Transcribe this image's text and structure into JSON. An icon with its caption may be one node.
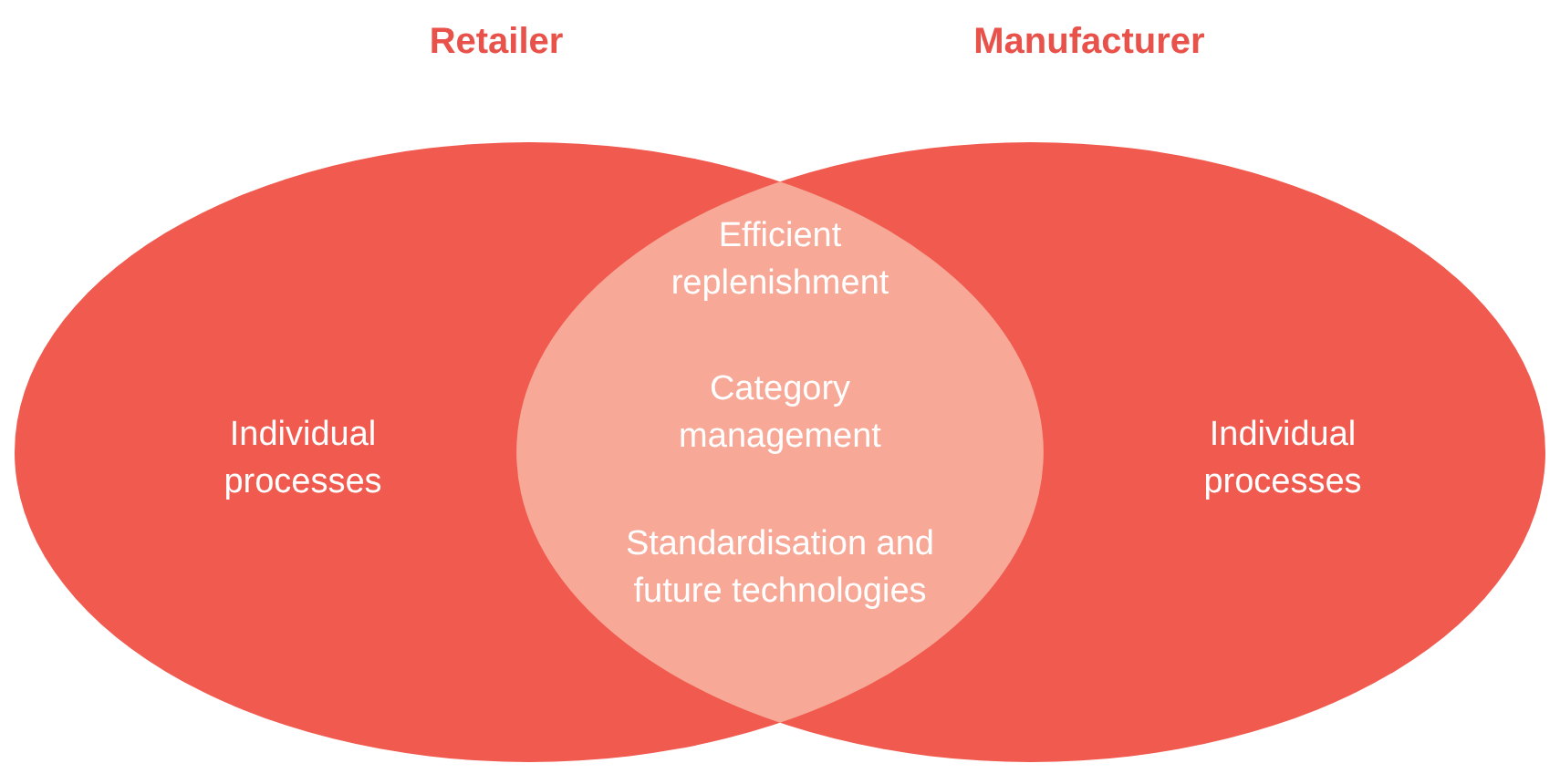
{
  "diagram": {
    "nodes": [
      {
        "text": [
          "Retailer",
          "Individual processes"
        ]
      },
      {
        "text": [
          "Manufacturer",
          "Individual processes"
        ]
      },
      {
        "text": [
          "Efficient replenishment",
          "Category management",
          "Standardisation and future technologies"
        ]
      }
    ]
  }
}
